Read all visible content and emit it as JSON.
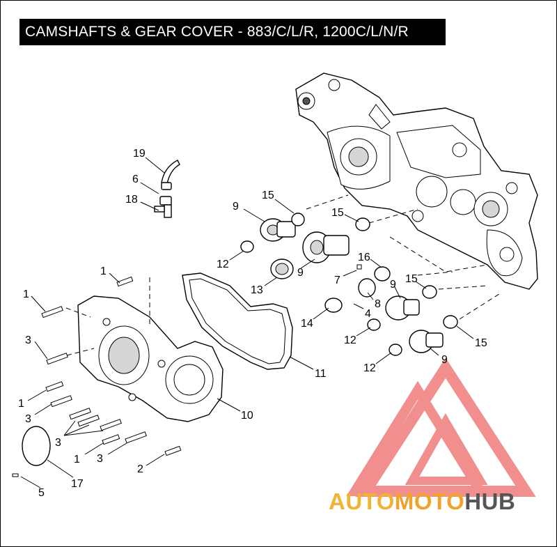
{
  "title": "CAMSHAFTS & GEAR COVER - 883/C/L/R, 1200C/L/N/R",
  "callouts": [
    {
      "label": "19"
    },
    {
      "label": "6"
    },
    {
      "label": "18"
    },
    {
      "label": "15"
    },
    {
      "label": "9"
    },
    {
      "label": "15"
    },
    {
      "label": "12"
    },
    {
      "label": "9"
    },
    {
      "label": "13"
    },
    {
      "label": "16"
    },
    {
      "label": "7"
    },
    {
      "label": "9"
    },
    {
      "label": "15"
    },
    {
      "label": "8"
    },
    {
      "label": "4"
    },
    {
      "label": "14"
    },
    {
      "label": "12"
    },
    {
      "label": "15"
    },
    {
      "label": "9"
    },
    {
      "label": "12"
    },
    {
      "label": "11"
    },
    {
      "label": "10"
    },
    {
      "label": "1"
    },
    {
      "label": "1"
    },
    {
      "label": "3"
    },
    {
      "label": "1"
    },
    {
      "label": "3"
    },
    {
      "label": "3"
    },
    {
      "label": "1"
    },
    {
      "label": "3"
    },
    {
      "label": "2"
    },
    {
      "label": "17"
    },
    {
      "label": "5"
    }
  ],
  "watermark": {
    "brand_part1": "AUTO",
    "brand_part2": "MOTO",
    "brand_part3": "HUB",
    "color_primary": "#f2b233",
    "color_secondary": "#555555",
    "logo_color": "#e9504f"
  }
}
